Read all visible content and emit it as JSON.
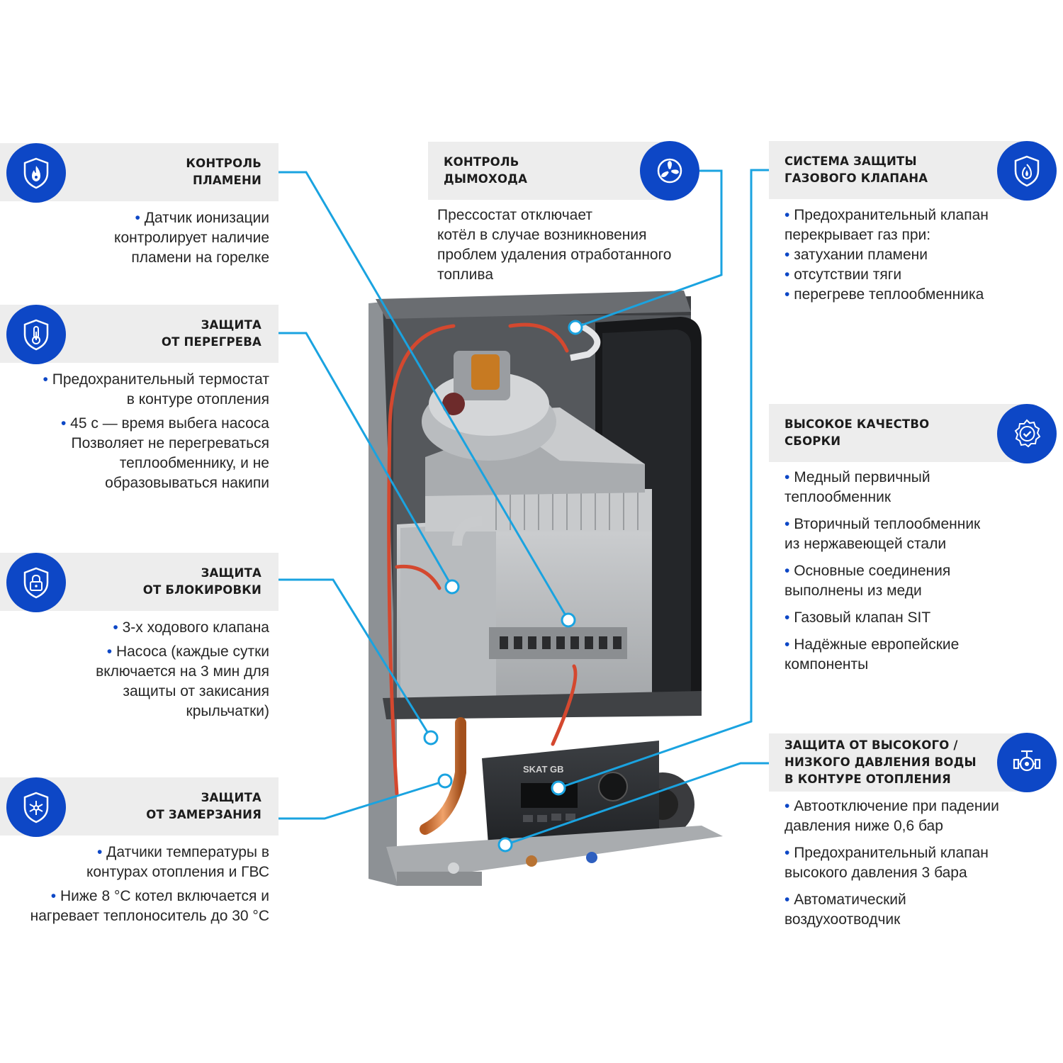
{
  "colors": {
    "accent": "#0d47c6",
    "leader": "#1aa3e0",
    "bar_bg": "#ededed"
  },
  "callouts": {
    "flame": {
      "icon": "flame-shield-icon",
      "title_line1": "КОНТРОЛЬ",
      "title_line2": "ПЛАМЕНИ",
      "desc_line1": "• Датчик ионизации",
      "desc_line2": "контролирует наличие",
      "desc_line3": "пламени на горелке"
    },
    "overheat": {
      "icon": "thermometer-shield-icon",
      "title_line1": "ЗАЩИТА",
      "title_line2": "ОТ ПЕРЕГРЕВА",
      "p1_line1": "• Предохранительный термостат",
      "p1_line2": "в контуре отопления",
      "p2_line1": "• 45 с — время выбега насоса",
      "p2_line2": "Позволяет не перегреваться",
      "p2_line3": "теплообменнику, и не",
      "p2_line4": "образовываться накипи"
    },
    "blocking": {
      "icon": "lock-shield-icon",
      "title_line1": "ЗАЩИТА",
      "title_line2": "ОТ БЛОКИРОВКИ",
      "p1_line1": "• 3-х ходового клапана",
      "p2_line1": "• Насоса (каждые сутки",
      "p2_line2": "включается на 3 мин для",
      "p2_line3": "защиты от закисания",
      "p2_line4": "крыльчатки)"
    },
    "freeze": {
      "icon": "snowflake-shield-icon",
      "title_line1": "ЗАЩИТА",
      "title_line2": "ОТ ЗАМЕРЗАНИЯ",
      "p1_line1": "• Датчики температуры в",
      "p1_line2": "контурах отопления и ГВС",
      "p2_line1": "• Ниже 8 °С котел включается и",
      "p2_line2": "нагревает теплоноситель до 30 °С"
    },
    "chimney": {
      "icon": "fan-icon",
      "title_line1": "КОНТРОЛЬ",
      "title_line2": "ДЫМОХОДА",
      "desc_line1": "Прессостат отключает",
      "desc_line2": "котёл в случае возникновения",
      "desc_line3": "проблем удаления отработанного",
      "desc_line4": "топлива"
    },
    "gas_valve": {
      "icon": "flame-shield-outline-icon",
      "title_line1": "СИСТЕМА ЗАЩИТЫ",
      "title_line2": "ГАЗОВОГО КЛАПАНА",
      "desc_line1": "• Предохранительный клапан",
      "desc_line2": "перекрывает газ при:",
      "desc_line3": "• затухании пламени",
      "desc_line4": "• отсутствии тяги",
      "desc_line5": "• перегреве теплообменника"
    },
    "quality": {
      "icon": "quality-badge-icon",
      "title_line1": "ВЫСОКОЕ КАЧЕСТВО",
      "title_line2": "СБОРКИ",
      "p1_line1": "• Медный первичный",
      "p1_line2": "теплообменник",
      "p2_line1": "• Вторичный теплообменник",
      "p2_line2": "из нержавеющей стали",
      "p3_line1": "• Основные соединения",
      "p3_line2": "выполнены из меди",
      "p4_line1": "• Газовый клапан SIT",
      "p5_line1": "• Надёжные европейские",
      "p5_line2": "компоненты"
    },
    "pressure": {
      "icon": "valve-pipe-icon",
      "title_line1": "ЗАЩИТА ОТ ВЫСОКОГО /",
      "title_line2": "НИЗКОГО ДАВЛЕНИЯ ВОДЫ",
      "title_line3": "В КОНТУРЕ ОТОПЛЕНИЯ",
      "p1_line1": "• Автоотключение при падении",
      "p1_line2": "давления ниже 0,6 бар",
      "p2_line1": "• Предохранительный клапан",
      "p2_line2": "высокого давления 3 бара",
      "p3_line1": "• Автоматический",
      "p3_line2": "воздухоотводчик"
    }
  },
  "product": {
    "display_brand": "SKAT GB"
  }
}
